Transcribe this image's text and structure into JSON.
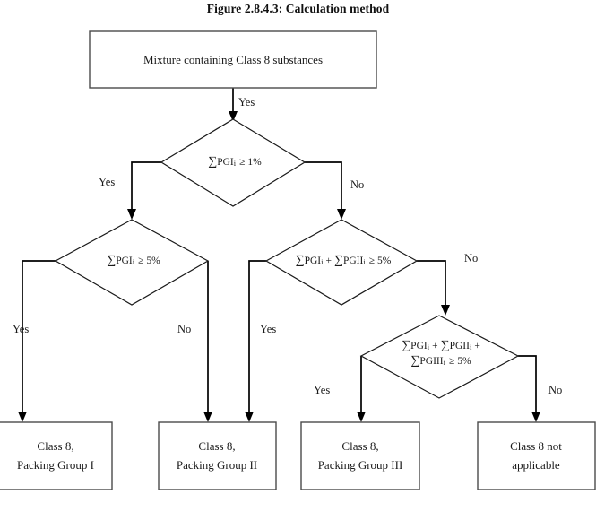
{
  "figure": {
    "title": "Figure 2.8.4.3: Calculation method",
    "type": "decision-flowchart"
  },
  "nodes": {
    "start": {
      "id": "start",
      "shape": "rectangle",
      "label": "Mixture containing Class 8 substances"
    },
    "decision1": {
      "id": "decision1",
      "shape": "diamond",
      "sum": "∑",
      "term": "PGI",
      "sub": "i",
      "operator": "≥",
      "threshold": "1%",
      "label_full": "∑PGIᵢ ≥ 1%"
    },
    "decision2": {
      "id": "decision2",
      "shape": "diamond",
      "sum": "∑",
      "term": "PGI",
      "sub": "i",
      "operator": "≥",
      "threshold": "5%",
      "label_full": "∑PGIᵢ ≥ 5%"
    },
    "decision3": {
      "id": "decision3",
      "shape": "diamond",
      "term1": "PGI",
      "term2": "PGII",
      "operator": "≥",
      "threshold": "5%",
      "label_full": "∑PGIᵢ + ∑PGIIᵢ ≥ 5%"
    },
    "decision4": {
      "id": "decision4",
      "shape": "diamond",
      "term1": "PGI",
      "term2": "PGII",
      "term3": "PGIII",
      "operator": "≥",
      "threshold": "5%",
      "label_line1": "∑PGIᵢ + ∑PGIIᵢ +",
      "label_line2": "∑PGIIIᵢ ≥ 5%"
    },
    "result1": {
      "id": "result1",
      "shape": "rectangle",
      "line1": "Class 8,",
      "line2": "Packing Group I"
    },
    "result2": {
      "id": "result2",
      "shape": "rectangle",
      "line1": "Class 8,",
      "line2": "Packing Group II"
    },
    "result3": {
      "id": "result3",
      "shape": "rectangle",
      "line1": "Class 8,",
      "line2": "Packing Group III"
    },
    "result4": {
      "id": "result4",
      "shape": "rectangle",
      "line1": "Class 8 not",
      "line2": "applicable"
    }
  },
  "edge_labels": {
    "start_to_d1": "Yes",
    "d1_yes": "Yes",
    "d1_no": "No",
    "d2_yes": "Yes",
    "d2_no": "No",
    "d3_yes": "Yes",
    "d3_no": "No",
    "d4_yes": "Yes",
    "d4_no": "No"
  },
  "edges": [
    {
      "from": "start",
      "to": "decision1",
      "label": "Yes"
    },
    {
      "from": "decision1",
      "to": "decision2",
      "label": "Yes"
    },
    {
      "from": "decision1",
      "to": "decision3",
      "label": "No"
    },
    {
      "from": "decision2",
      "to": "result1",
      "label": "Yes"
    },
    {
      "from": "decision2",
      "to": "result2",
      "label": "No"
    },
    {
      "from": "decision3",
      "to": "result2",
      "label": "Yes"
    },
    {
      "from": "decision3",
      "to": "decision4",
      "label": "No"
    },
    {
      "from": "decision4",
      "to": "result3",
      "label": "Yes"
    },
    {
      "from": "decision4",
      "to": "result4",
      "label": "No"
    }
  ],
  "colors": {
    "background": "#ffffff",
    "box_stroke": "#4a4a4a",
    "diamond_stroke": "#1a1a1a",
    "edge_stroke": "#000000",
    "text": "#1a1a1a"
  }
}
